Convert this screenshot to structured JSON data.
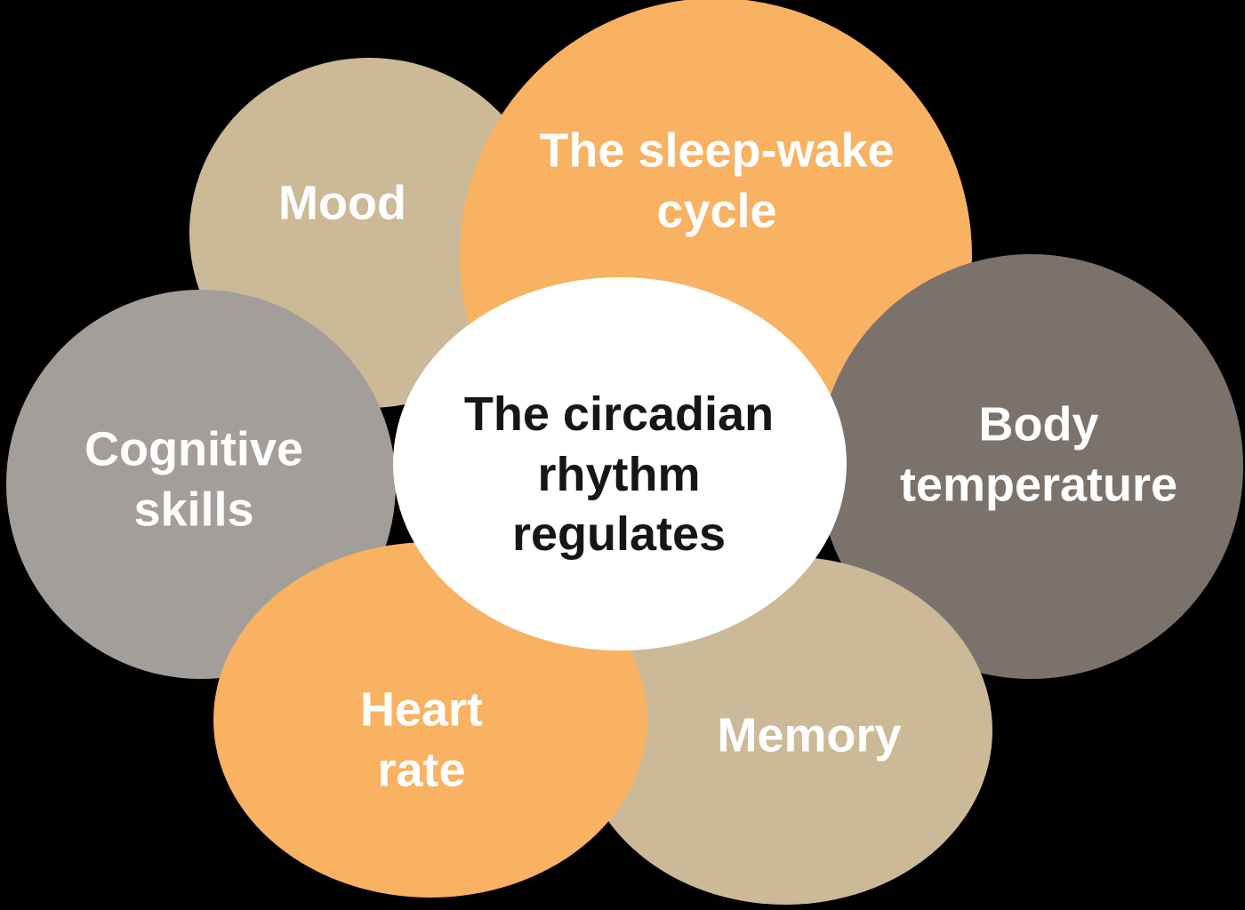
{
  "background_color": "#000000",
  "palette": {
    "orange": "#F8B262",
    "tan": "#CCB997",
    "taupe": "#7B726C",
    "gray": "#A49E9A",
    "white": "#FFFFFF",
    "center_text": "#161616",
    "petal_text": "#FFFFFF"
  },
  "center": {
    "label": "The circadian\nrhythm\nregulates",
    "fill_color": "#FFFFFF",
    "text_color": "#161616"
  },
  "petals": [
    {
      "id": "mood",
      "label": "Mood",
      "fill_color": "#CCB997",
      "text_color": "#FFFFFF",
      "position": "top-left"
    },
    {
      "id": "sleep-wake-cycle",
      "label": "The sleep-wake\ncycle",
      "fill_color": "#F8B262",
      "text_color": "#FFFFFF",
      "position": "top"
    },
    {
      "id": "body-temperature",
      "label": "Body\ntemperature",
      "fill_color": "#7B726C",
      "text_color": "#FFFFFF",
      "position": "right"
    },
    {
      "id": "cognitive-skills",
      "label": "Cognitive\nskills",
      "fill_color": "#A49E9A",
      "text_color": "#FFFFFF",
      "position": "left"
    },
    {
      "id": "memory",
      "label": "Memory",
      "fill_color": "#CCB997",
      "text_color": "#FFFFFF",
      "position": "bottom-right"
    },
    {
      "id": "heart-rate",
      "label": "Heart\nrate",
      "fill_color": "#F8B262",
      "text_color": "#FFFFFF",
      "position": "bottom-left"
    }
  ]
}
